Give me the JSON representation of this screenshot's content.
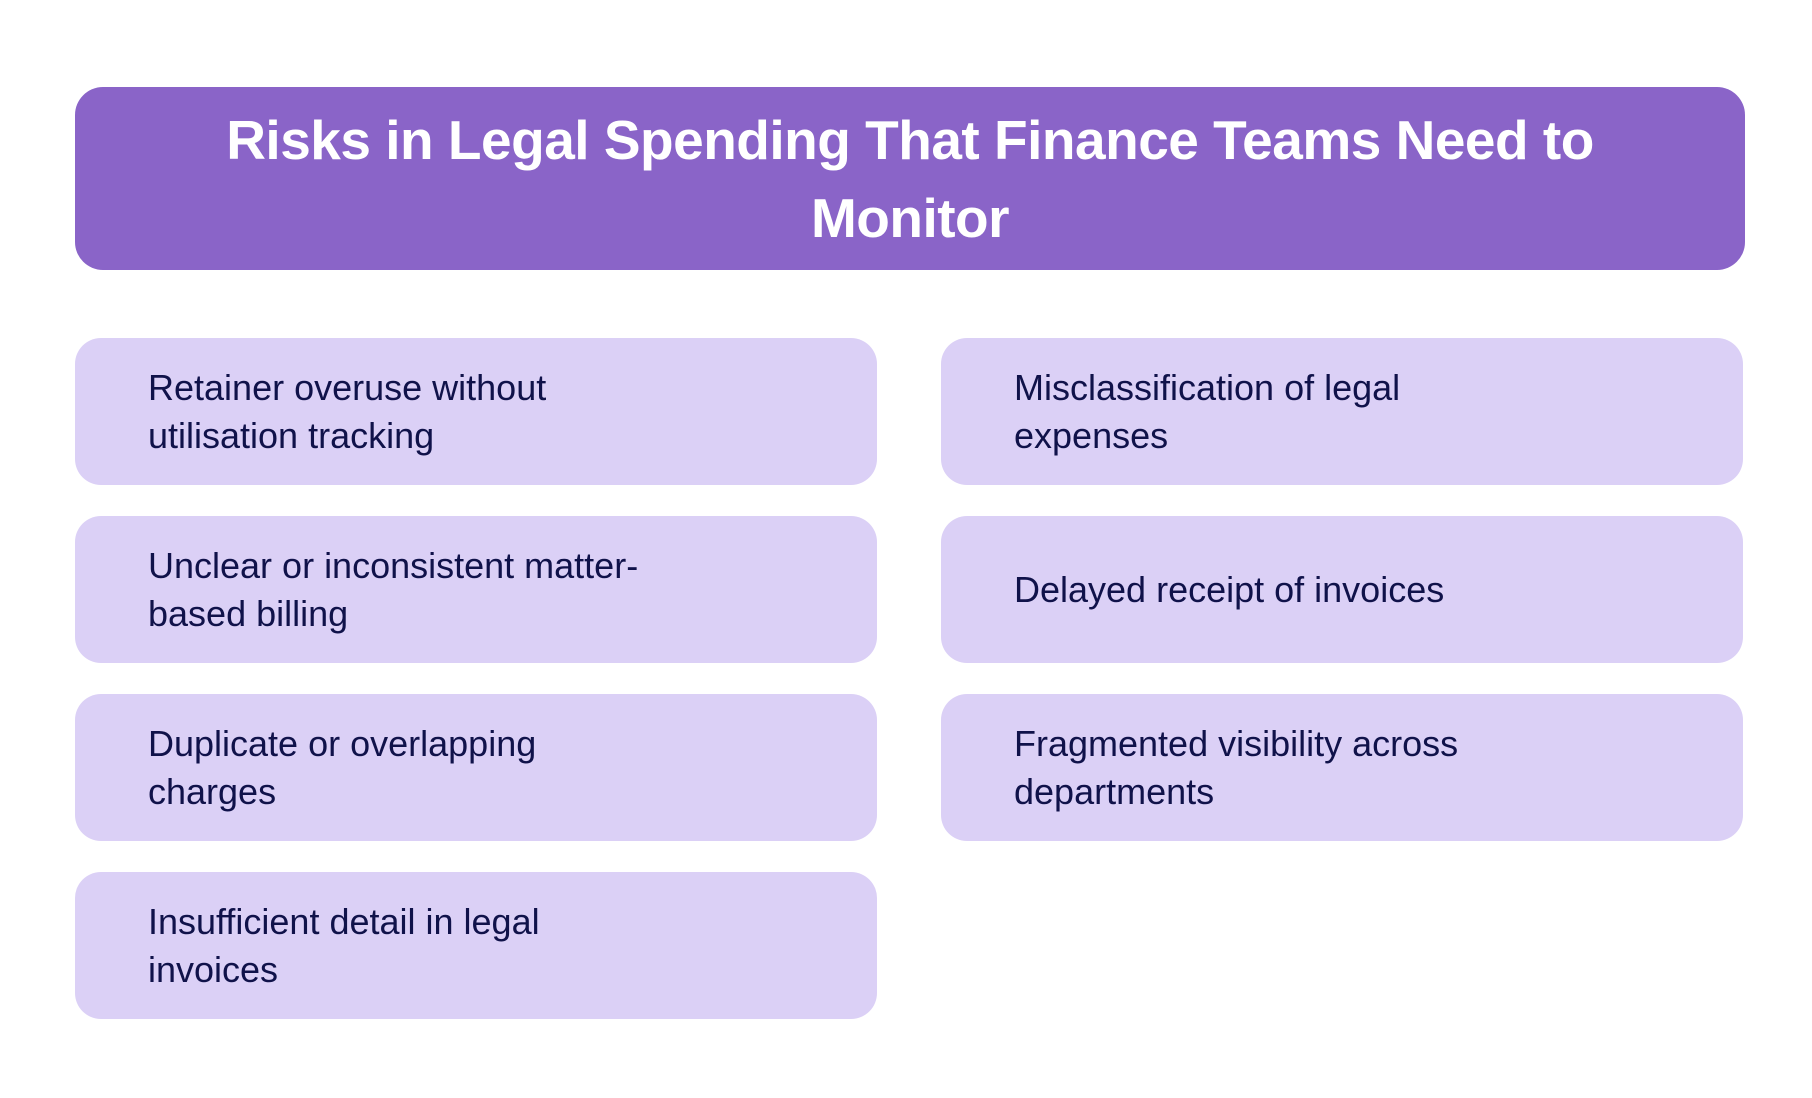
{
  "header": {
    "title": "Risks in Legal Spending That Finance Teams Need to Monitor"
  },
  "colors": {
    "header_bg": "#8a64c8",
    "card_bg": "#dbd0f6",
    "card_text": "#10124a",
    "title_text": "#ffffff"
  },
  "left_column": {
    "items": [
      {
        "label": "Retainer overuse without utilisation tracking"
      },
      {
        "label": "Unclear or inconsistent matter-based billing"
      },
      {
        "label": "Duplicate or overlapping charges"
      },
      {
        "label": "Insufficient detail in legal invoices"
      }
    ]
  },
  "right_column": {
    "items": [
      {
        "label": "Misclassification of legal expenses"
      },
      {
        "label": "Delayed receipt of invoices"
      },
      {
        "label": "Fragmented visibility across departments"
      }
    ]
  }
}
